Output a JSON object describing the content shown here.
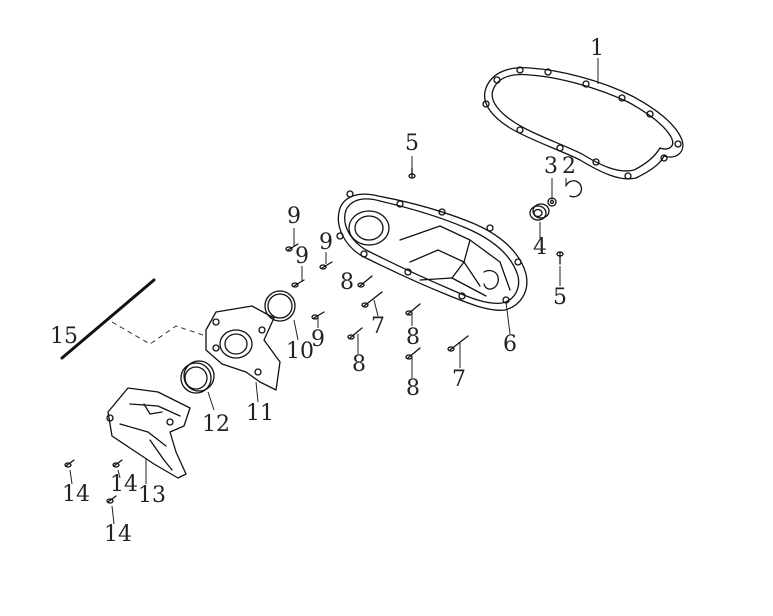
{
  "diagram": {
    "callouts": [
      {
        "id": "c1",
        "label": "1"
      },
      {
        "id": "c2",
        "label": "2"
      },
      {
        "id": "c3",
        "label": "3"
      },
      {
        "id": "c4",
        "label": "4"
      },
      {
        "id": "c5a",
        "label": "5"
      },
      {
        "id": "c5b",
        "label": "5"
      },
      {
        "id": "c6",
        "label": "6"
      },
      {
        "id": "c7a",
        "label": "7"
      },
      {
        "id": "c7b",
        "label": "7"
      },
      {
        "id": "c8a",
        "label": "8"
      },
      {
        "id": "c8b",
        "label": "8"
      },
      {
        "id": "c8c",
        "label": "8"
      },
      {
        "id": "c8d",
        "label": "8"
      },
      {
        "id": "c9a",
        "label": "9"
      },
      {
        "id": "c9b",
        "label": "9"
      },
      {
        "id": "c9c",
        "label": "9"
      },
      {
        "id": "c9d",
        "label": "9"
      },
      {
        "id": "c10",
        "label": "10"
      },
      {
        "id": "c11",
        "label": "11"
      },
      {
        "id": "c12",
        "label": "12"
      },
      {
        "id": "c13",
        "label": "13"
      },
      {
        "id": "c14a",
        "label": "14"
      },
      {
        "id": "c14b",
        "label": "14"
      },
      {
        "id": "c14c",
        "label": "14"
      },
      {
        "id": "c15",
        "label": "15"
      }
    ]
  }
}
